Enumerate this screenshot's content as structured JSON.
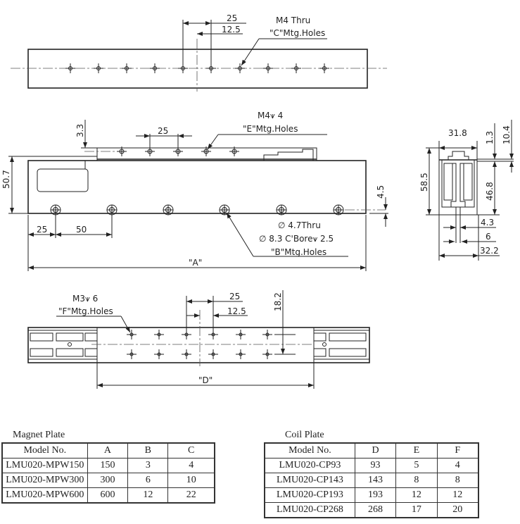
{
  "top_view": {
    "dim_pitch": "25",
    "dim_half": "12.5",
    "hole_spec": "M4 Thru",
    "hole_label": "\"C\"Mtg.Holes"
  },
  "side_view": {
    "dim_height": "50.7",
    "dim_offset": "3.3",
    "dim_pitch": "25",
    "e_spec": "M4⩛ 4",
    "e_label": "\"E\"Mtg.Holes",
    "dim_bottom": "4.5",
    "dim_first": "25",
    "dim_b_pitch": "50",
    "b_spec_1": "∅ 4.7Thru",
    "b_spec_2": "∅ 8.3 C'Bore⩛ 2.5",
    "b_label": "\"B\"Mtg.Holes",
    "dim_length": "\"A\""
  },
  "end_view": {
    "dim_width_top": "31.8",
    "dim_height": "58.5",
    "dim_1_3": "1.3",
    "dim_10_4": "10.4",
    "dim_46_8": "46.8",
    "dim_4_3": "4.3",
    "dim_6": "6",
    "dim_width_bottom": "32.2"
  },
  "bottom_view": {
    "f_spec": "M3⩛ 6",
    "f_label": "\"F\"Mtg.Holes",
    "dim_pitch": "25",
    "dim_half": "12.5",
    "dim_row": "18.2",
    "dim_length": "\"D\""
  },
  "magnet_table": {
    "title": "Magnet Plate",
    "headers": [
      "Model No.",
      "A",
      "B",
      "C"
    ],
    "rows": [
      [
        "LMU020-MPW150",
        "150",
        "3",
        "4"
      ],
      [
        "LMU020-MPW300",
        "300",
        "6",
        "10"
      ],
      [
        "LMU020-MPW600",
        "600",
        "12",
        "22"
      ]
    ]
  },
  "coil_table": {
    "title": "Coil Plate",
    "headers": [
      "Model No.",
      "D",
      "E",
      "F"
    ],
    "rows": [
      [
        "LMU020-CP93",
        "93",
        "5",
        "4"
      ],
      [
        "LMU020-CP143",
        "143",
        "8",
        "8"
      ],
      [
        "LMU020-CP193",
        "193",
        "12",
        "12"
      ],
      [
        "LMU020-CP268",
        "268",
        "17",
        "20"
      ]
    ]
  }
}
